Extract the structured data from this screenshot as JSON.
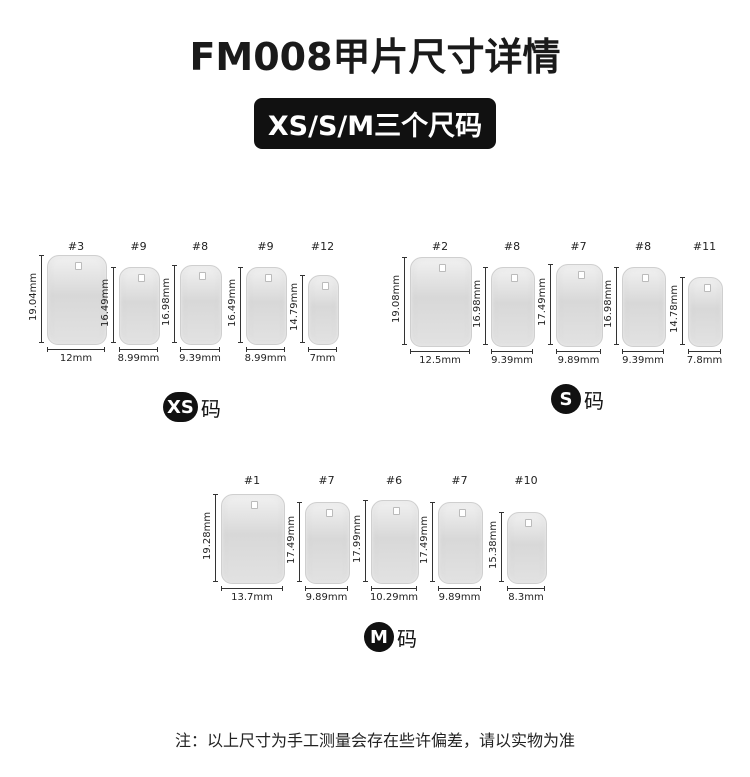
{
  "title": "FM008甲片尺寸详情",
  "subtitle": "XS/S/M三个尺码",
  "groups": [
    {
      "size_label": "XS",
      "size_char": "码",
      "nails": [
        {
          "number": "#3",
          "length": "19.04mm",
          "width": "12mm"
        },
        {
          "number": "#9",
          "length": "16.49mm",
          "width": "8.99mm"
        },
        {
          "number": "#8",
          "length": "16.98mm",
          "width": "9.39mm"
        },
        {
          "number": "#9",
          "length": "16.49mm",
          "width": "8.99mm"
        },
        {
          "number": "#12",
          "length": "14.79mm",
          "width": "7mm"
        }
      ]
    },
    {
      "size_label": "S",
      "size_char": "码",
      "nails": [
        {
          "number": "#2",
          "length": "19.08mm",
          "width": "12.5mm"
        },
        {
          "number": "#8",
          "length": "16.98mm",
          "width": "9.39mm"
        },
        {
          "number": "#7",
          "length": "17.49mm",
          "width": "9.89mm"
        },
        {
          "number": "#8",
          "length": "16.98mm",
          "width": "9.39mm"
        },
        {
          "number": "#11",
          "length": "14.78mm",
          "width": "7.8mm"
        }
      ]
    },
    {
      "size_label": "M",
      "size_char": "码",
      "nails": [
        {
          "number": "#1",
          "length": "19.28mm",
          "width": "13.7mm"
        },
        {
          "number": "#7",
          "length": "17.49mm",
          "width": "9.89mm"
        },
        {
          "number": "#6",
          "length": "17.99mm",
          "width": "10.29mm"
        },
        {
          "number": "#7",
          "length": "17.49mm",
          "width": "9.89mm"
        },
        {
          "number": "#10",
          "length": "15.38mm",
          "width": "8.3mm"
        }
      ]
    }
  ],
  "footnote": "注：以上尺寸为手工测量会存在些许偏差，请以实物为准"
}
